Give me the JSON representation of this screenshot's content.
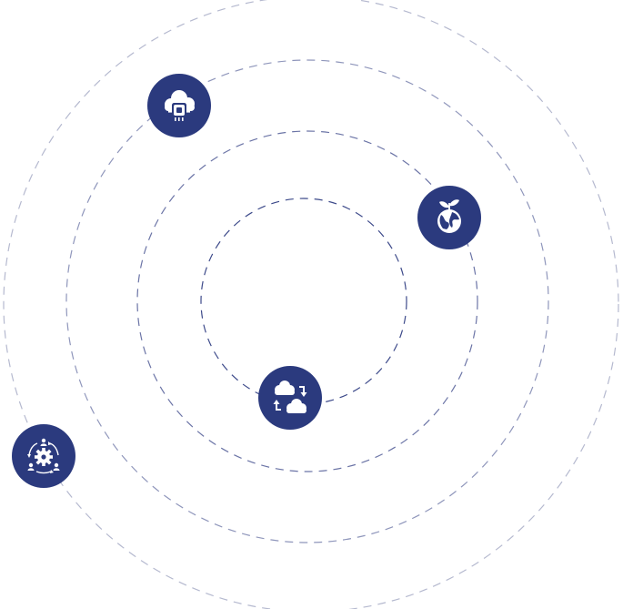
{
  "colors": {
    "node_fill": "#2b3a7e",
    "icon_color": "#ffffff",
    "ring_inner": "#3d4a8a",
    "ring_2": "#6b74a6",
    "ring_3": "#8f96bb",
    "ring_outer": "#b5b9cf",
    "background": "#ffffff"
  },
  "rings": [
    {
      "id": "ring-1",
      "color_key": "ring_inner"
    },
    {
      "id": "ring-2",
      "color_key": "ring_2"
    },
    {
      "id": "ring-3",
      "color_key": "ring_3"
    },
    {
      "id": "ring-4",
      "color_key": "ring_outer"
    }
  ],
  "nodes": [
    {
      "id": "cloud-chip",
      "icon": "cloud-chip-icon"
    },
    {
      "id": "eco-globe",
      "icon": "eco-globe-icon"
    },
    {
      "id": "cloud-sync",
      "icon": "cloud-sync-icon"
    },
    {
      "id": "people-cycle",
      "icon": "people-gear-cycle-icon"
    }
  ]
}
